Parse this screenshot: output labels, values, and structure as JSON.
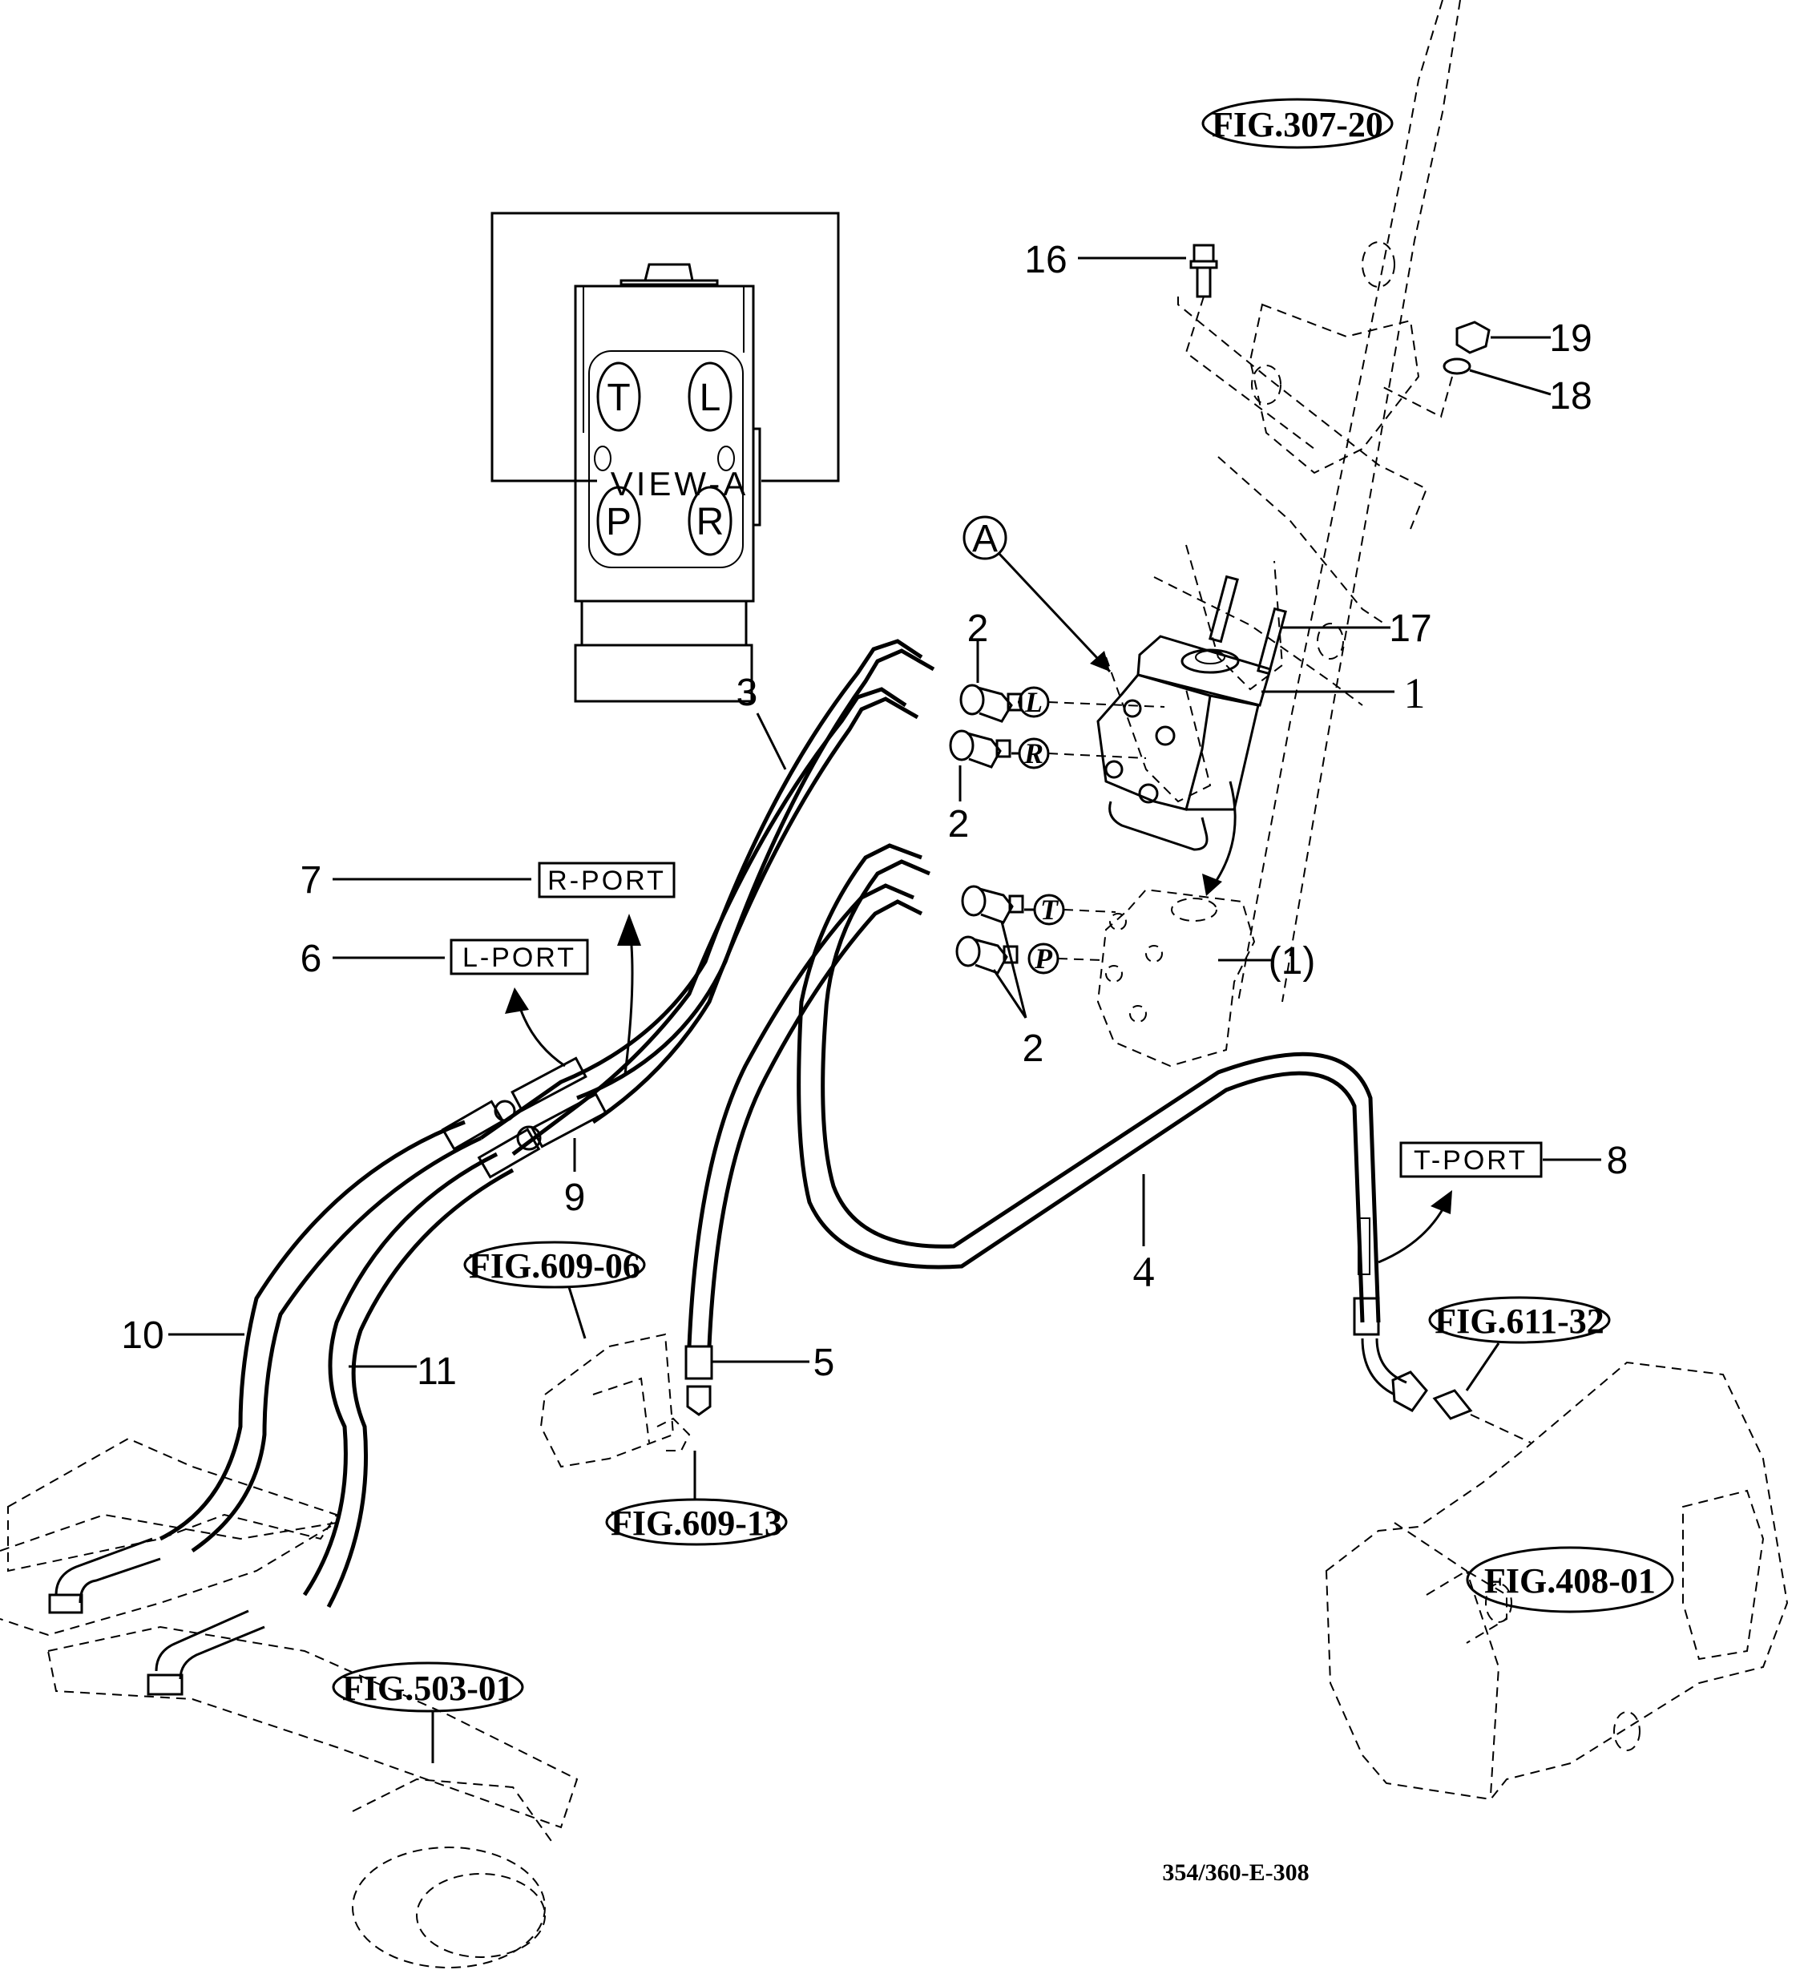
{
  "drawing": {
    "drawing_code": "354/360-E-308",
    "view_inset": {
      "title": "VIEW-A",
      "ports": [
        "T",
        "L",
        "P",
        "R"
      ]
    },
    "view_marker": "A",
    "figure_references": [
      "FIG.307-20",
      "FIG.609-06",
      "FIG.609-13",
      "FIG.611-32",
      "FIG.408-01",
      "FIG.503-01"
    ],
    "port_tags": {
      "r_port": "R-PORT",
      "l_port": "L-PORT",
      "t_port": "T-PORT"
    },
    "port_markers": {
      "L": "L",
      "R": "R",
      "T": "T",
      "P": "P"
    },
    "callouts": {
      "c1": "1",
      "c1_ref": "(1)",
      "c2a": "2",
      "c2b": "2",
      "c2c": "2",
      "c3": "3",
      "c4": "4",
      "c5": "5",
      "c6": "6",
      "c7": "7",
      "c8": "8",
      "c9": "9",
      "c10": "10",
      "c11": "11",
      "c16": "16",
      "c17": "17",
      "c18": "18",
      "c19": "19"
    }
  }
}
